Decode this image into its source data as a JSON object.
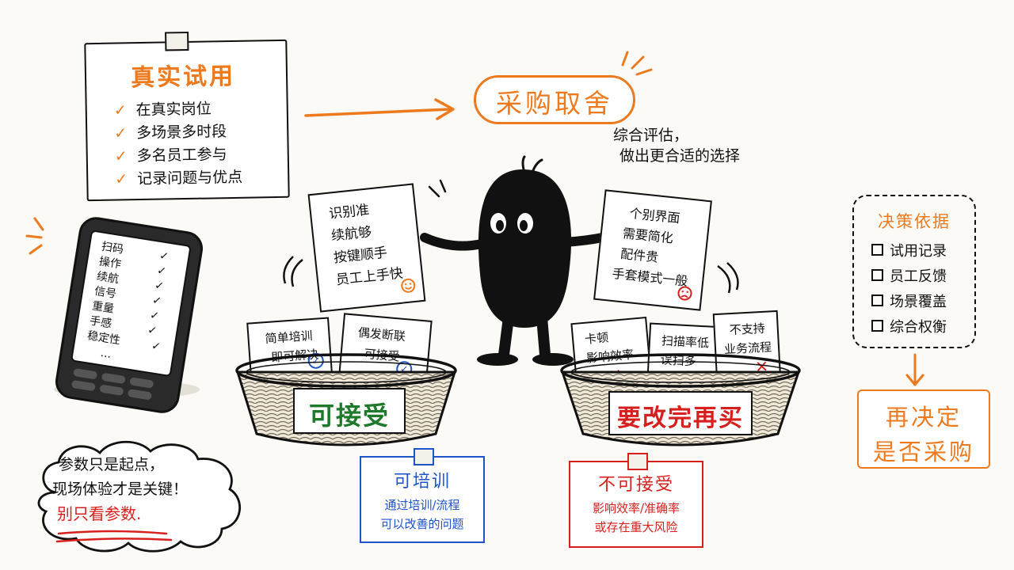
{
  "trial_note": {
    "title": "真实试用",
    "items": [
      "在真实岗位",
      "多场景多时段",
      "多名员工参与",
      "记录问题与优点"
    ]
  },
  "procurement": {
    "title": "采购取舍",
    "subtitle_line1": "综合评估，",
    "subtitle_line2": "做出更合适的选择"
  },
  "device": {
    "items": [
      "扫码",
      "操作",
      "续航",
      "信号",
      "重量",
      "手感",
      "稳定性",
      "..."
    ]
  },
  "left_paper": {
    "lines": [
      "识别准",
      "续航够",
      "按键顺手",
      "员工上手快"
    ]
  },
  "right_paper": {
    "lines": [
      "个别界面",
      "需要简化",
      "配件贵",
      "手套模式一般"
    ]
  },
  "accept_basket": {
    "label": "可接受",
    "cards": [
      {
        "line1": "简单培训",
        "line2": "即可解决"
      },
      {
        "line1": "偶发断联",
        "line2": "可接受"
      }
    ]
  },
  "reject_basket": {
    "label": "要改完再买",
    "cards": [
      {
        "line1": "卡顿",
        "line2": "影响效率"
      },
      {
        "line1": "扫描率低",
        "line2": "误扫多"
      },
      {
        "line1": "不支持",
        "line2": "业务流程"
      }
    ]
  },
  "trainable_note": {
    "title": "可培训",
    "line1": "通过培训/流程",
    "line2": "可以改善的问题"
  },
  "unacceptable_note": {
    "title": "不可接受",
    "line1": "影响效率/准确率",
    "line2": "或存在重大风险"
  },
  "decision_basis": {
    "title": "决策依据",
    "items": [
      "试用记录",
      "员工反馈",
      "场景覆盖",
      "综合权衡"
    ]
  },
  "final_decision": {
    "line1": "再决定",
    "line2": "是否采购"
  },
  "cloud": {
    "line1": "参数只是起点，",
    "line2": "现场体验才是关键！",
    "line3": "别只看参数."
  },
  "colors": {
    "orange": "#ee7a1f",
    "green": "#1e7a2a",
    "red": "#d7201d",
    "blue": "#1f53c9"
  }
}
